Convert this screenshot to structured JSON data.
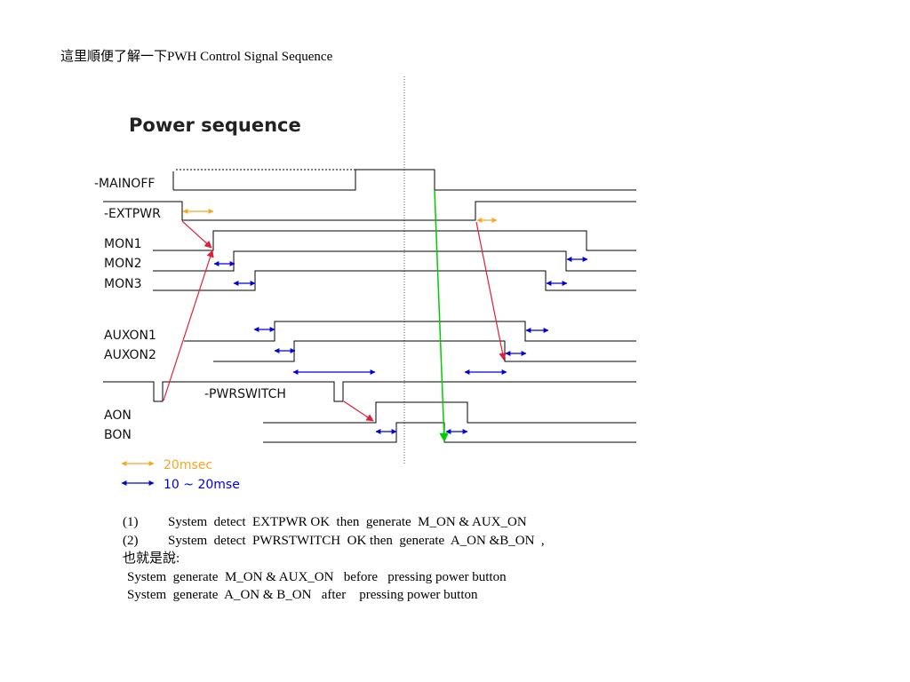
{
  "heading": "這里順便了解一下PWH Control Signal Sequence",
  "diagram": {
    "title": "Power sequence",
    "signals": [
      {
        "id": "mainoff",
        "label": "-MAINOFF"
      },
      {
        "id": "extpwr",
        "label": "-EXTPWR"
      },
      {
        "id": "mon1",
        "label": "MON1"
      },
      {
        "id": "mon2",
        "label": "MON2"
      },
      {
        "id": "mon3",
        "label": "MON3"
      },
      {
        "id": "auxon1",
        "label": "AUXON1"
      },
      {
        "id": "auxon2",
        "label": "AUXON2"
      },
      {
        "id": "pwrswitch",
        "label": "-PWRSWITCH"
      },
      {
        "id": "aon",
        "label": "AON"
      },
      {
        "id": "bon",
        "label": "BON"
      }
    ],
    "legend": [
      {
        "label": "20msec",
        "color": "#f5a623"
      },
      {
        "label": "10 ~ 20mse",
        "color": "#0000dd"
      }
    ],
    "colors": {
      "trace": "#000000",
      "cause_arrow": "#e0203a",
      "main_arrow": "#00cc00",
      "delay_20ms": "#f5a623",
      "delay_10_20ms": "#0000dd"
    }
  },
  "notes": [
    {
      "num": "(1)",
      "text": "System  detect  EXTPWR OK  then  generate  M_ON & AUX_ON"
    },
    {
      "num": "(2)",
      "text": "System  detect  PWRSTWITCH  OK then  generate  A_ON &B_ON  ,"
    }
  ],
  "summary_label": "也就是說:",
  "summary_lines": [
    "System  generate  M_ON & AUX_ON   before   pressing power button",
    "System  generate  A_ON & B_ON   after    pressing power button"
  ]
}
